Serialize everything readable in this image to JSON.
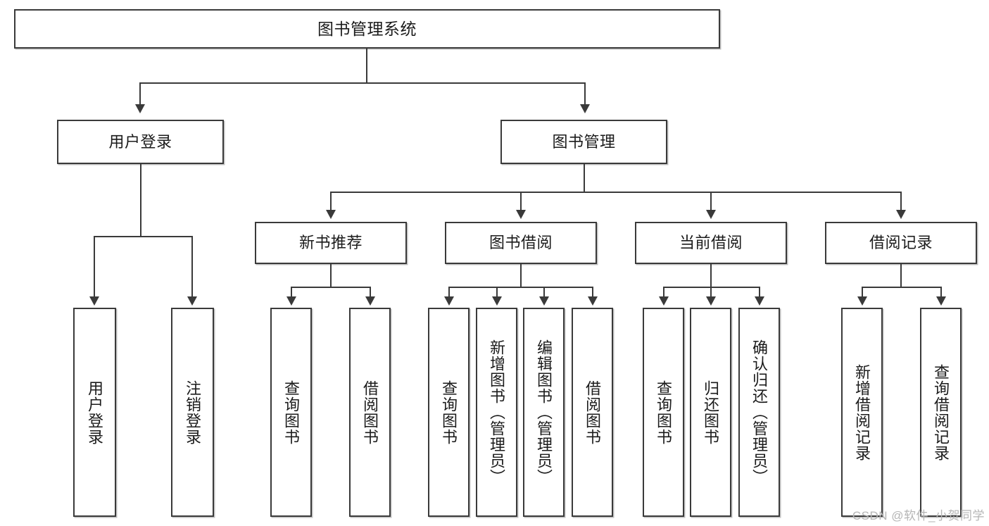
{
  "diagram": {
    "type": "hierarchy-tree",
    "title": "图书管理系统",
    "levels": {
      "root": "图书管理系统",
      "level2": [
        "用户登录",
        "图书管理"
      ],
      "level3": [
        "新书推荐",
        "图书借阅",
        "当前借阅",
        "借阅记录"
      ]
    },
    "nodes": {
      "root": {
        "label": "图书管理系统"
      },
      "user_login": {
        "label": "用户登录"
      },
      "book_manage": {
        "label": "图书管理"
      },
      "new_book_rec": {
        "label": "新书推荐"
      },
      "book_borrow": {
        "label": "图书借阅"
      },
      "current_borrow": {
        "label": "当前借阅"
      },
      "borrow_record": {
        "label": "借阅记录"
      }
    },
    "leaves": {
      "user_login": [
        {
          "label": "用户登录"
        },
        {
          "label": "注销登录"
        }
      ],
      "new_book_rec": [
        {
          "label": "查询图书"
        },
        {
          "label": "借阅图书"
        }
      ],
      "book_borrow": [
        {
          "label": "查询图书"
        },
        {
          "label": "新增图书（管理员）"
        },
        {
          "label": "编辑图书（管理员）"
        },
        {
          "label": "借阅图书"
        }
      ],
      "current_borrow": [
        {
          "label": "查询图书"
        },
        {
          "label": "归还图书"
        },
        {
          "label": "确认归还（管理员）"
        }
      ],
      "borrow_record": [
        {
          "label": "新增借阅记录"
        },
        {
          "label": "查询借阅记录"
        }
      ]
    },
    "colors": {
      "stroke": "#3a3a3a",
      "fill": "#ffffff",
      "text": "#1b1b1b",
      "watermark": "#b5b5b5"
    }
  },
  "watermark": {
    "text": "CSDN @软件_小贺同学"
  }
}
